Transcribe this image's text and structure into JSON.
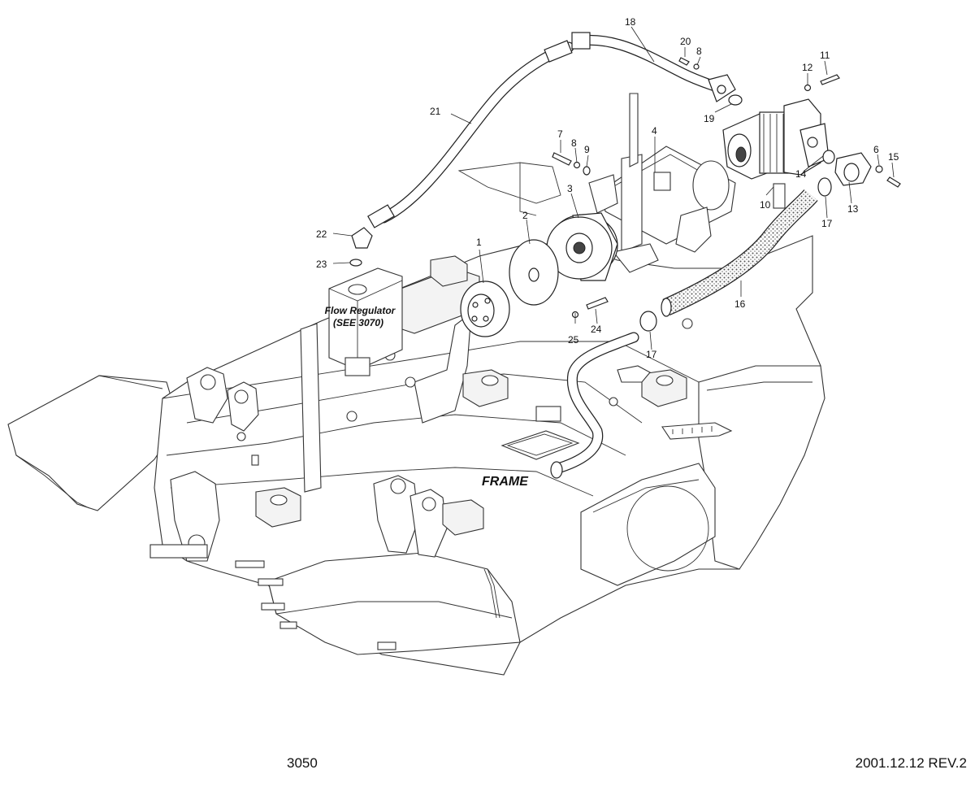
{
  "labels": {
    "flow_regulator_line1": "Flow Regulator",
    "flow_regulator_line2": "(SEE 3070)",
    "frame": "FRAME"
  },
  "callouts": [
    "1",
    "2",
    "3",
    "4",
    "6",
    "7",
    "8",
    "8",
    "9",
    "10",
    "11",
    "12",
    "13",
    "14",
    "15",
    "16",
    "17",
    "17",
    "18",
    "19",
    "20",
    "21",
    "22",
    "23",
    "24",
    "25"
  ],
  "footer": {
    "page_number": "3050",
    "revision": "2001.12.12 REV.2"
  }
}
